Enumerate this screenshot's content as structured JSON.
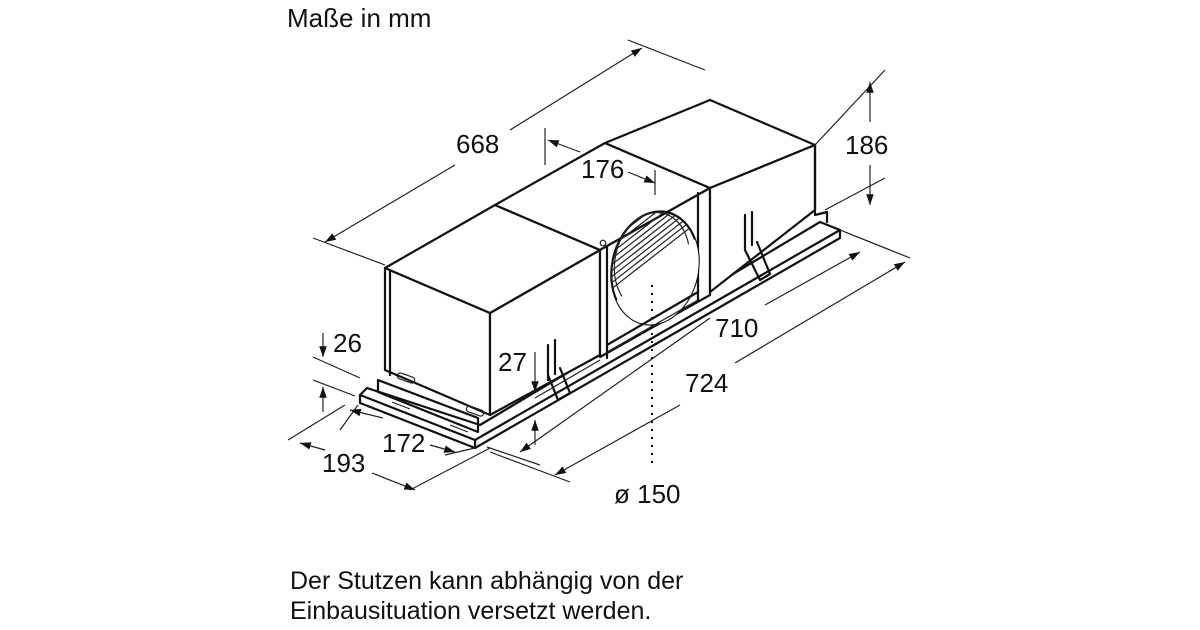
{
  "header": {
    "title": "Maße in mm"
  },
  "drawing": {
    "subject": "built-in cooker hood module, isometric view",
    "dimensions": {
      "length_top": "668",
      "outlet_offset": "176",
      "height": "186",
      "flange_top": "26",
      "bracket_height": "27",
      "length_inner": "710",
      "length_outer": "724",
      "depth_inner": "172",
      "depth_outer": "193",
      "outlet_diameter": "ø 150"
    }
  },
  "footer": {
    "note_line1": "Der Stutzen kann abhängig von der",
    "note_line2": "Einbausituation versetzt werden."
  }
}
